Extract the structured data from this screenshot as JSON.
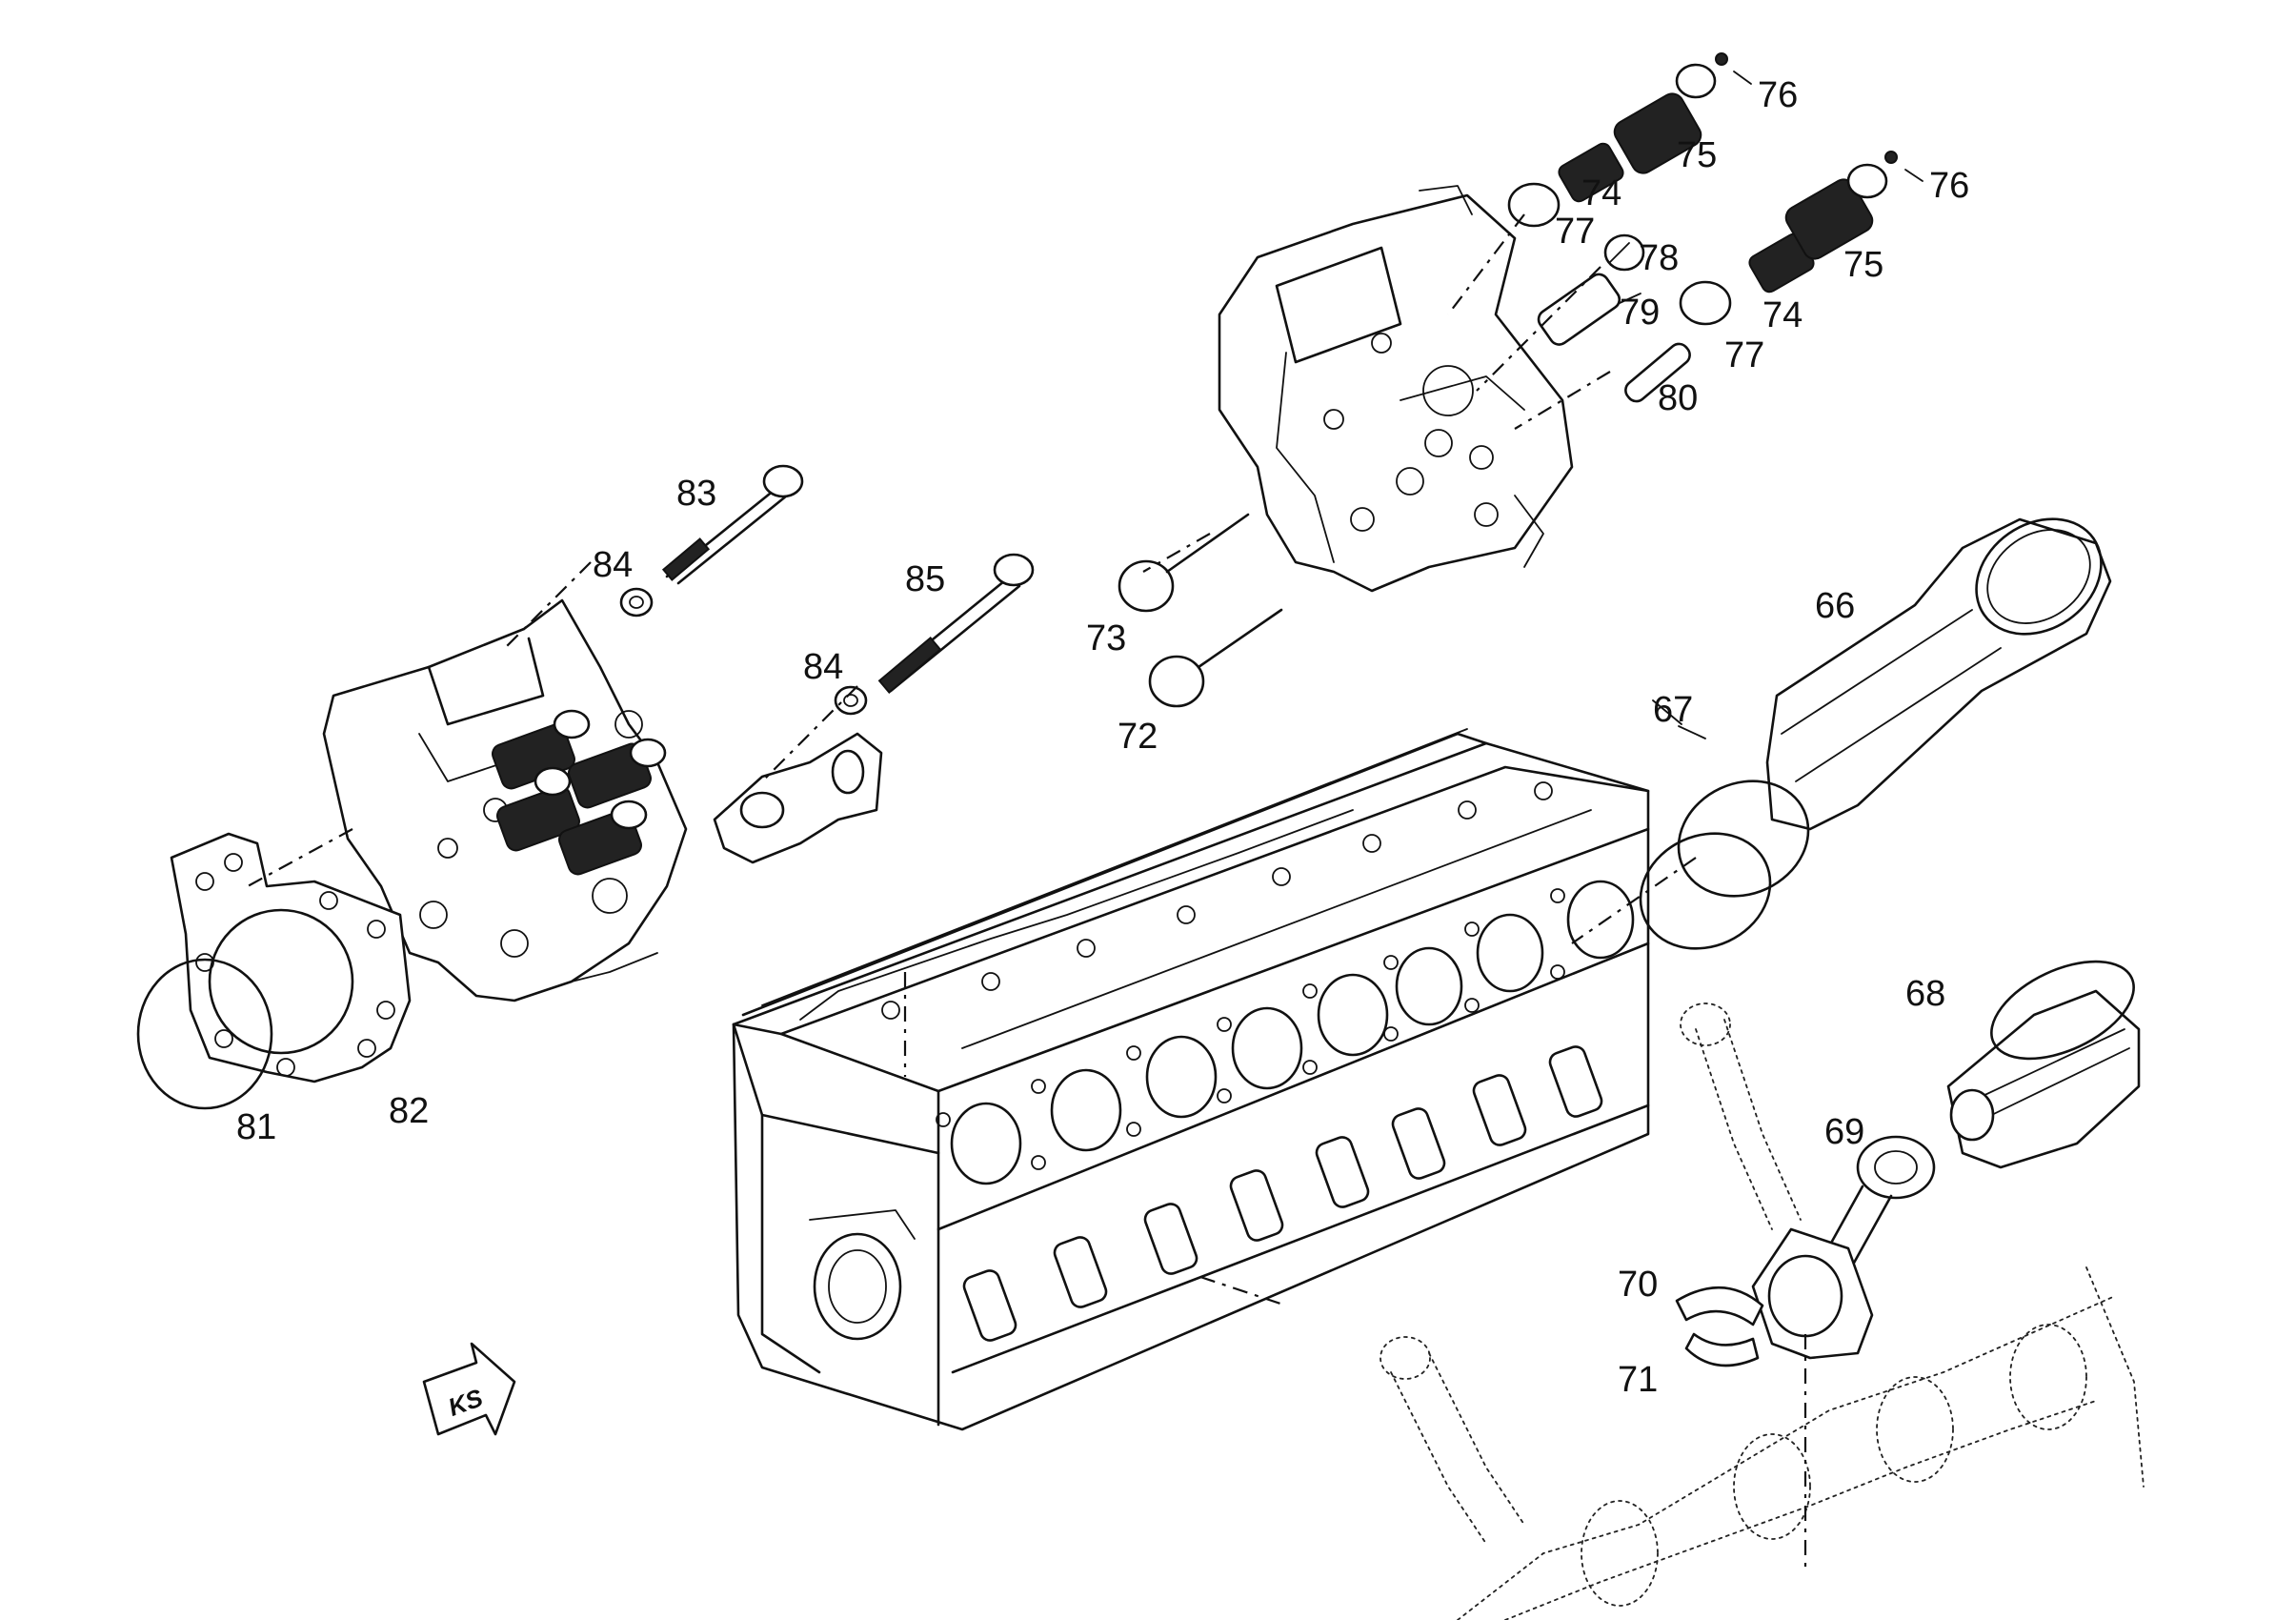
{
  "callouts": [
    {
      "id": "c76a",
      "text": "76"
    },
    {
      "id": "c75a",
      "text": "75"
    },
    {
      "id": "c74a",
      "text": "74"
    },
    {
      "id": "c77a",
      "text": "77"
    },
    {
      "id": "c78",
      "text": "78"
    },
    {
      "id": "c79",
      "text": "79"
    },
    {
      "id": "c76b",
      "text": "76"
    },
    {
      "id": "c75b",
      "text": "75"
    },
    {
      "id": "c74b",
      "text": "74"
    },
    {
      "id": "c77b",
      "text": "77"
    },
    {
      "id": "c80",
      "text": "80"
    },
    {
      "id": "c83",
      "text": "83"
    },
    {
      "id": "c84a",
      "text": "84"
    },
    {
      "id": "c85",
      "text": "85"
    },
    {
      "id": "c84b",
      "text": "84"
    },
    {
      "id": "c73",
      "text": "73"
    },
    {
      "id": "c72",
      "text": "72"
    },
    {
      "id": "c66",
      "text": "66"
    },
    {
      "id": "c67",
      "text": "67"
    },
    {
      "id": "c68",
      "text": "68"
    },
    {
      "id": "c69",
      "text": "69"
    },
    {
      "id": "c70",
      "text": "70"
    },
    {
      "id": "c71",
      "text": "71"
    },
    {
      "id": "c81",
      "text": "81"
    },
    {
      "id": "c82",
      "text": "82"
    }
  ],
  "logo": {
    "text": "KS"
  }
}
